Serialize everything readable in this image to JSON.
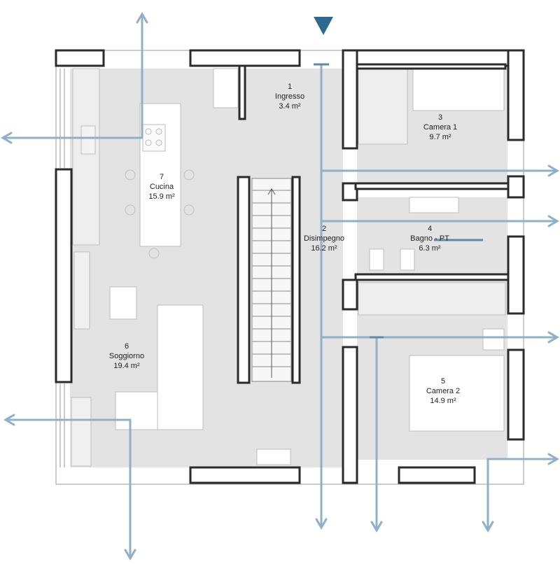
{
  "plan": {
    "rooms": [
      {
        "id": "ingresso",
        "number": "1",
        "name": "Ingresso",
        "area": "3.4 m²"
      },
      {
        "id": "disimpegno",
        "number": "2",
        "name": "Disimpegno",
        "area": "16.2 m²"
      },
      {
        "id": "camera1",
        "number": "3",
        "name": "Camera 1",
        "area": "9.7 m²"
      },
      {
        "id": "bagno",
        "number": "4",
        "name": "Bagno - PT",
        "area": "6.3 m²"
      },
      {
        "id": "camera2",
        "number": "5",
        "name": "Camera 2",
        "area": "14.9 m²"
      },
      {
        "id": "soggiorno",
        "number": "6",
        "name": "Soggiorno",
        "area": "19.4 m²"
      },
      {
        "id": "cucina",
        "number": "7",
        "name": "Cucina",
        "area": "15.9 m²"
      }
    ],
    "colors": {
      "wall": "#2b2b2b",
      "floor": "#e3e3e3",
      "flow_arrow": "#8fb0c8",
      "entrance_marker": "#2e6a8f",
      "furniture_line": "#bdbdbd"
    }
  }
}
